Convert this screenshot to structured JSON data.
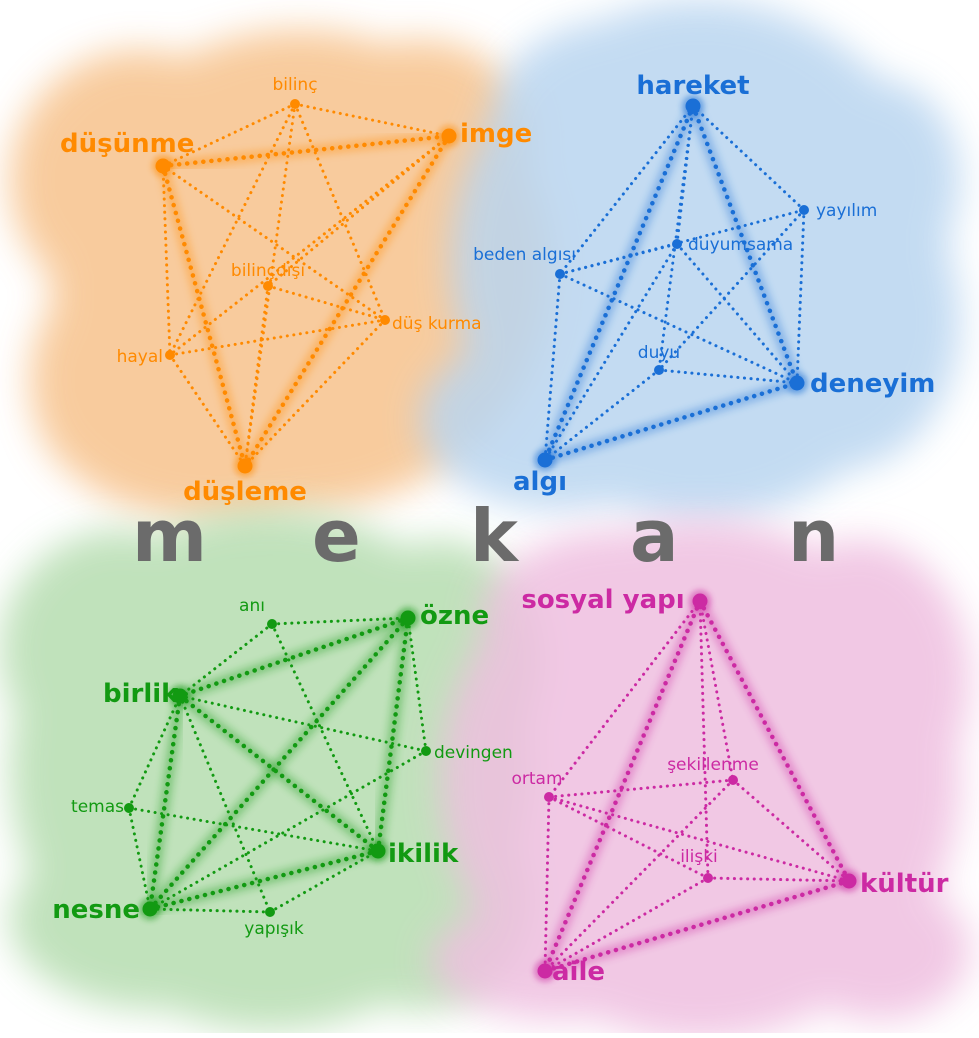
{
  "central_word": [
    "m",
    "e",
    "k",
    "a",
    "n"
  ],
  "clusters": [
    {
      "id": "orange",
      "color": "#ff8a00",
      "bg_color": "#f7c28c",
      "nodes": [
        {
          "id": "bilinc",
          "label": "bilinç",
          "major": false
        },
        {
          "id": "dusunme",
          "label": "düşünme",
          "major": true
        },
        {
          "id": "imge",
          "label": "imge",
          "major": true
        },
        {
          "id": "bilincdisi",
          "label": "bilinçdışı",
          "major": false
        },
        {
          "id": "duskurma",
          "label": "düş kurma",
          "major": false
        },
        {
          "id": "hayal",
          "label": "hayal",
          "major": false
        },
        {
          "id": "dusleme",
          "label": "düşleme",
          "major": true
        }
      ]
    },
    {
      "id": "blue",
      "color": "#1a6fd6",
      "bg_color": "#b9d5f0",
      "nodes": [
        {
          "id": "hareket",
          "label": "hareket",
          "major": true
        },
        {
          "id": "yayilim",
          "label": "yayılım",
          "major": false
        },
        {
          "id": "bedenalgisi",
          "label": "beden algısı",
          "major": false
        },
        {
          "id": "duyumsama",
          "label": "duyumsama",
          "major": false
        },
        {
          "id": "duyu",
          "label": "duyu",
          "major": false
        },
        {
          "id": "deneyim",
          "label": "deneyim",
          "major": true
        },
        {
          "id": "algi",
          "label": "algı",
          "major": true
        }
      ]
    },
    {
      "id": "green",
      "color": "#129a12",
      "bg_color": "#b6ddb0",
      "nodes": [
        {
          "id": "ani",
          "label": "anı",
          "major": false
        },
        {
          "id": "ozne",
          "label": "özne",
          "major": true
        },
        {
          "id": "birlik",
          "label": "birlik",
          "major": true
        },
        {
          "id": "devingen",
          "label": "devingen",
          "major": false
        },
        {
          "id": "temas",
          "label": "temas",
          "major": false
        },
        {
          "id": "ikilik",
          "label": "ikilik",
          "major": true
        },
        {
          "id": "nesne",
          "label": "nesne",
          "major": true
        },
        {
          "id": "yapisik",
          "label": "yapışık",
          "major": false
        }
      ]
    },
    {
      "id": "magenta",
      "color": "#cc2aa3",
      "bg_color": "#efbfe0",
      "nodes": [
        {
          "id": "sosyalyapi",
          "label": "sosyal yapı",
          "major": true
        },
        {
          "id": "ortam",
          "label": "ortam",
          "major": false
        },
        {
          "id": "sekillenme",
          "label": "şekillenme",
          "major": false
        },
        {
          "id": "iliski",
          "label": "ilişki",
          "major": false
        },
        {
          "id": "kultur",
          "label": "kültür",
          "major": true
        },
        {
          "id": "aile",
          "label": "aile",
          "major": true
        }
      ]
    }
  ]
}
